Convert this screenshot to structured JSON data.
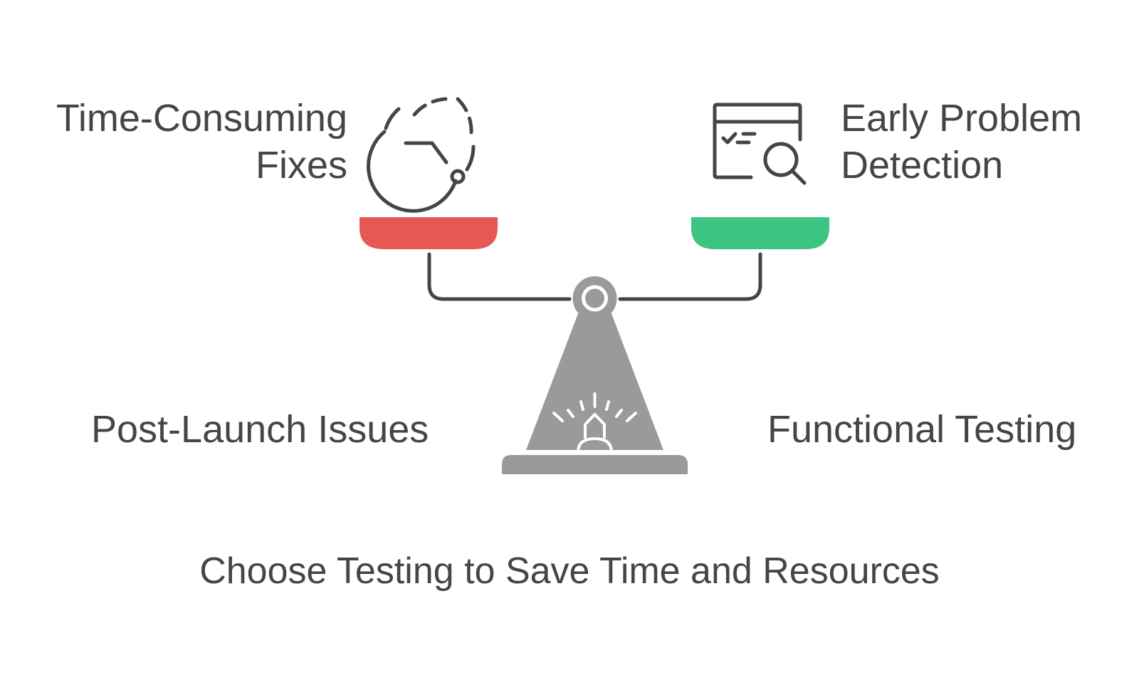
{
  "diagram": {
    "left": {
      "upper_label_line1": "Time-Consuming",
      "upper_label_line2": "Fixes",
      "upper_icon": "dashed-timer-icon",
      "lower_label": "Post-Launch Issues",
      "pan_color": "#E65854"
    },
    "right": {
      "upper_label_line1": "Early Problem",
      "upper_label_line2": "Detection",
      "upper_icon": "checklist-magnifier-icon",
      "lower_label": "Functional Testing",
      "pan_color": "#3CC481"
    },
    "scale_color": "#9A9A9A",
    "line_color": "#454545",
    "caption": "Choose Testing to Save Time and Resources"
  }
}
